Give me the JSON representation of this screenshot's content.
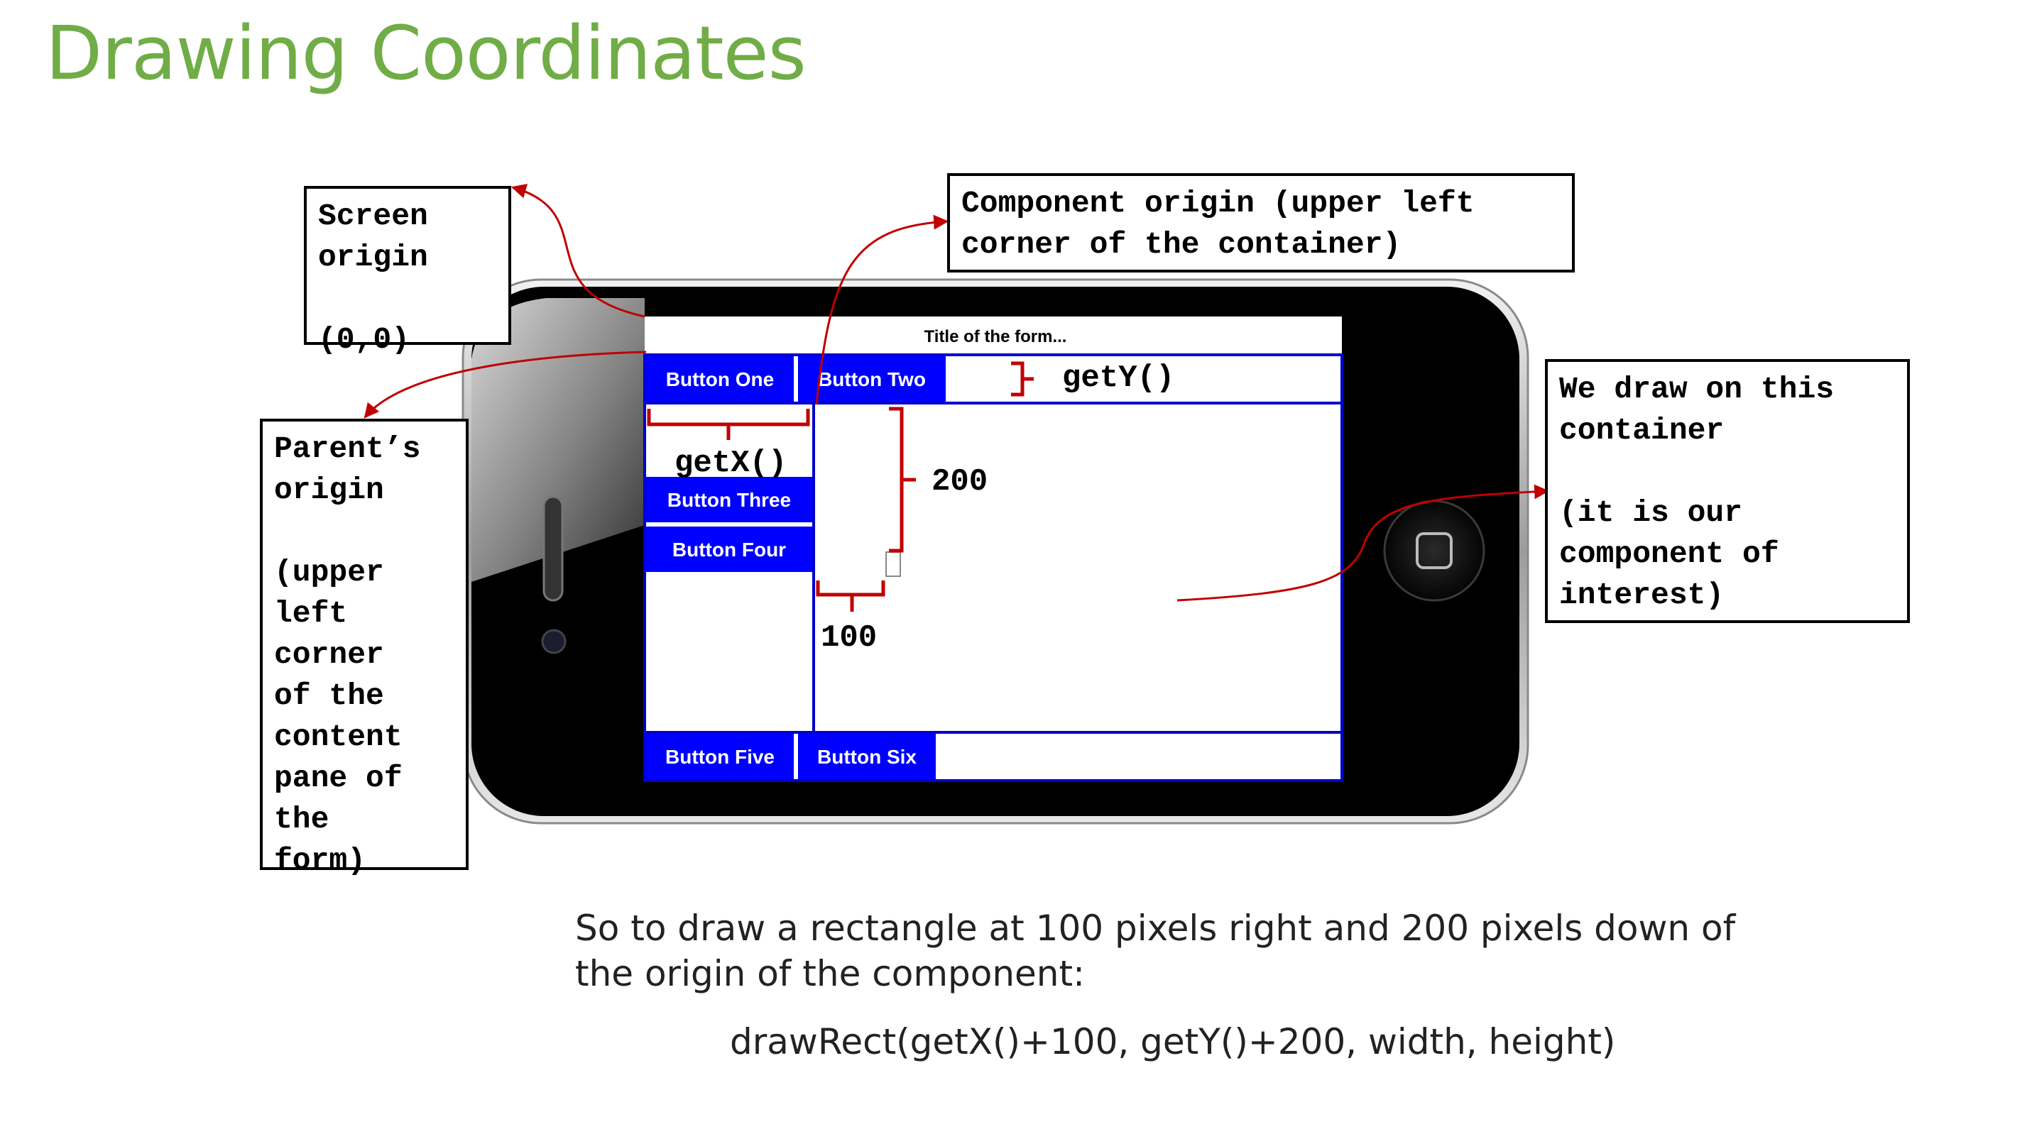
{
  "title": "Drawing Coordinates",
  "callouts": {
    "screen_origin": "Screen\norigin\n\n(0,0)",
    "component_origin": "Component origin (upper left\ncorner of the container)",
    "parents_origin": "Parent’s\norigin\n\n(upper\nleft\ncorner\nof the\ncontent\npane of\nthe\nform)",
    "draw_container": "We draw on this\ncontainer\n\n(it is our\ncomponent of\ninterest)"
  },
  "form": {
    "title": "Title of the form...",
    "buttons": [
      "Button One",
      "Button Two",
      "Button Three",
      "Button Four",
      "Button Five",
      "Button Six"
    ]
  },
  "annotations": {
    "getY": "getY()",
    "getX": "getX()",
    "dy": "200",
    "dx": "100"
  },
  "caption": {
    "line1": "So to draw a rectangle at 100 pixels right and 200 pixels down of",
    "line2": "the origin of the component:",
    "code": "drawRect(getX()+100, getY()+200, width, height)"
  },
  "colors": {
    "title": "#70ad47",
    "button_blue": "#0000ff",
    "arrow_red": "#c00000",
    "phone_body": "#000000"
  }
}
